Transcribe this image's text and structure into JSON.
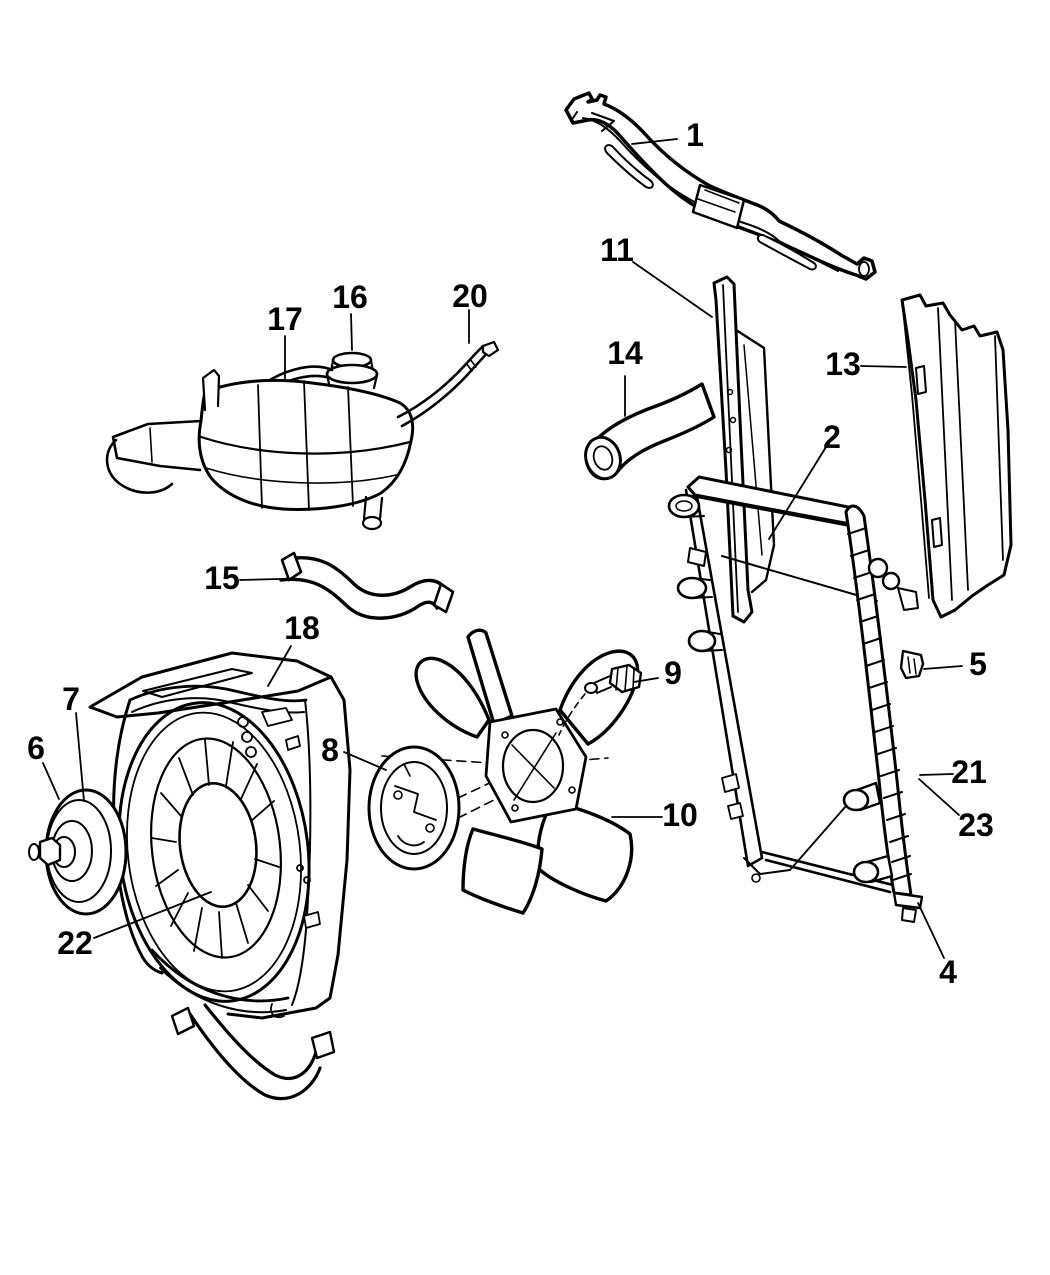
{
  "diagram": {
    "background_color": "#ffffff",
    "line_color": "#000000",
    "label_color": "#000000",
    "callouts": [
      {
        "label": "1"
      },
      {
        "label": "2"
      },
      {
        "label": "4"
      },
      {
        "label": "5"
      },
      {
        "label": "6"
      },
      {
        "label": "7"
      },
      {
        "label": "8"
      },
      {
        "label": "9"
      },
      {
        "label": "10"
      },
      {
        "label": "11"
      },
      {
        "label": "13"
      },
      {
        "label": "14"
      },
      {
        "label": "15"
      },
      {
        "label": "16"
      },
      {
        "label": "17"
      },
      {
        "label": "18"
      },
      {
        "label": "20"
      },
      {
        "label": "21"
      },
      {
        "label": "22"
      },
      {
        "label": "23"
      }
    ]
  }
}
